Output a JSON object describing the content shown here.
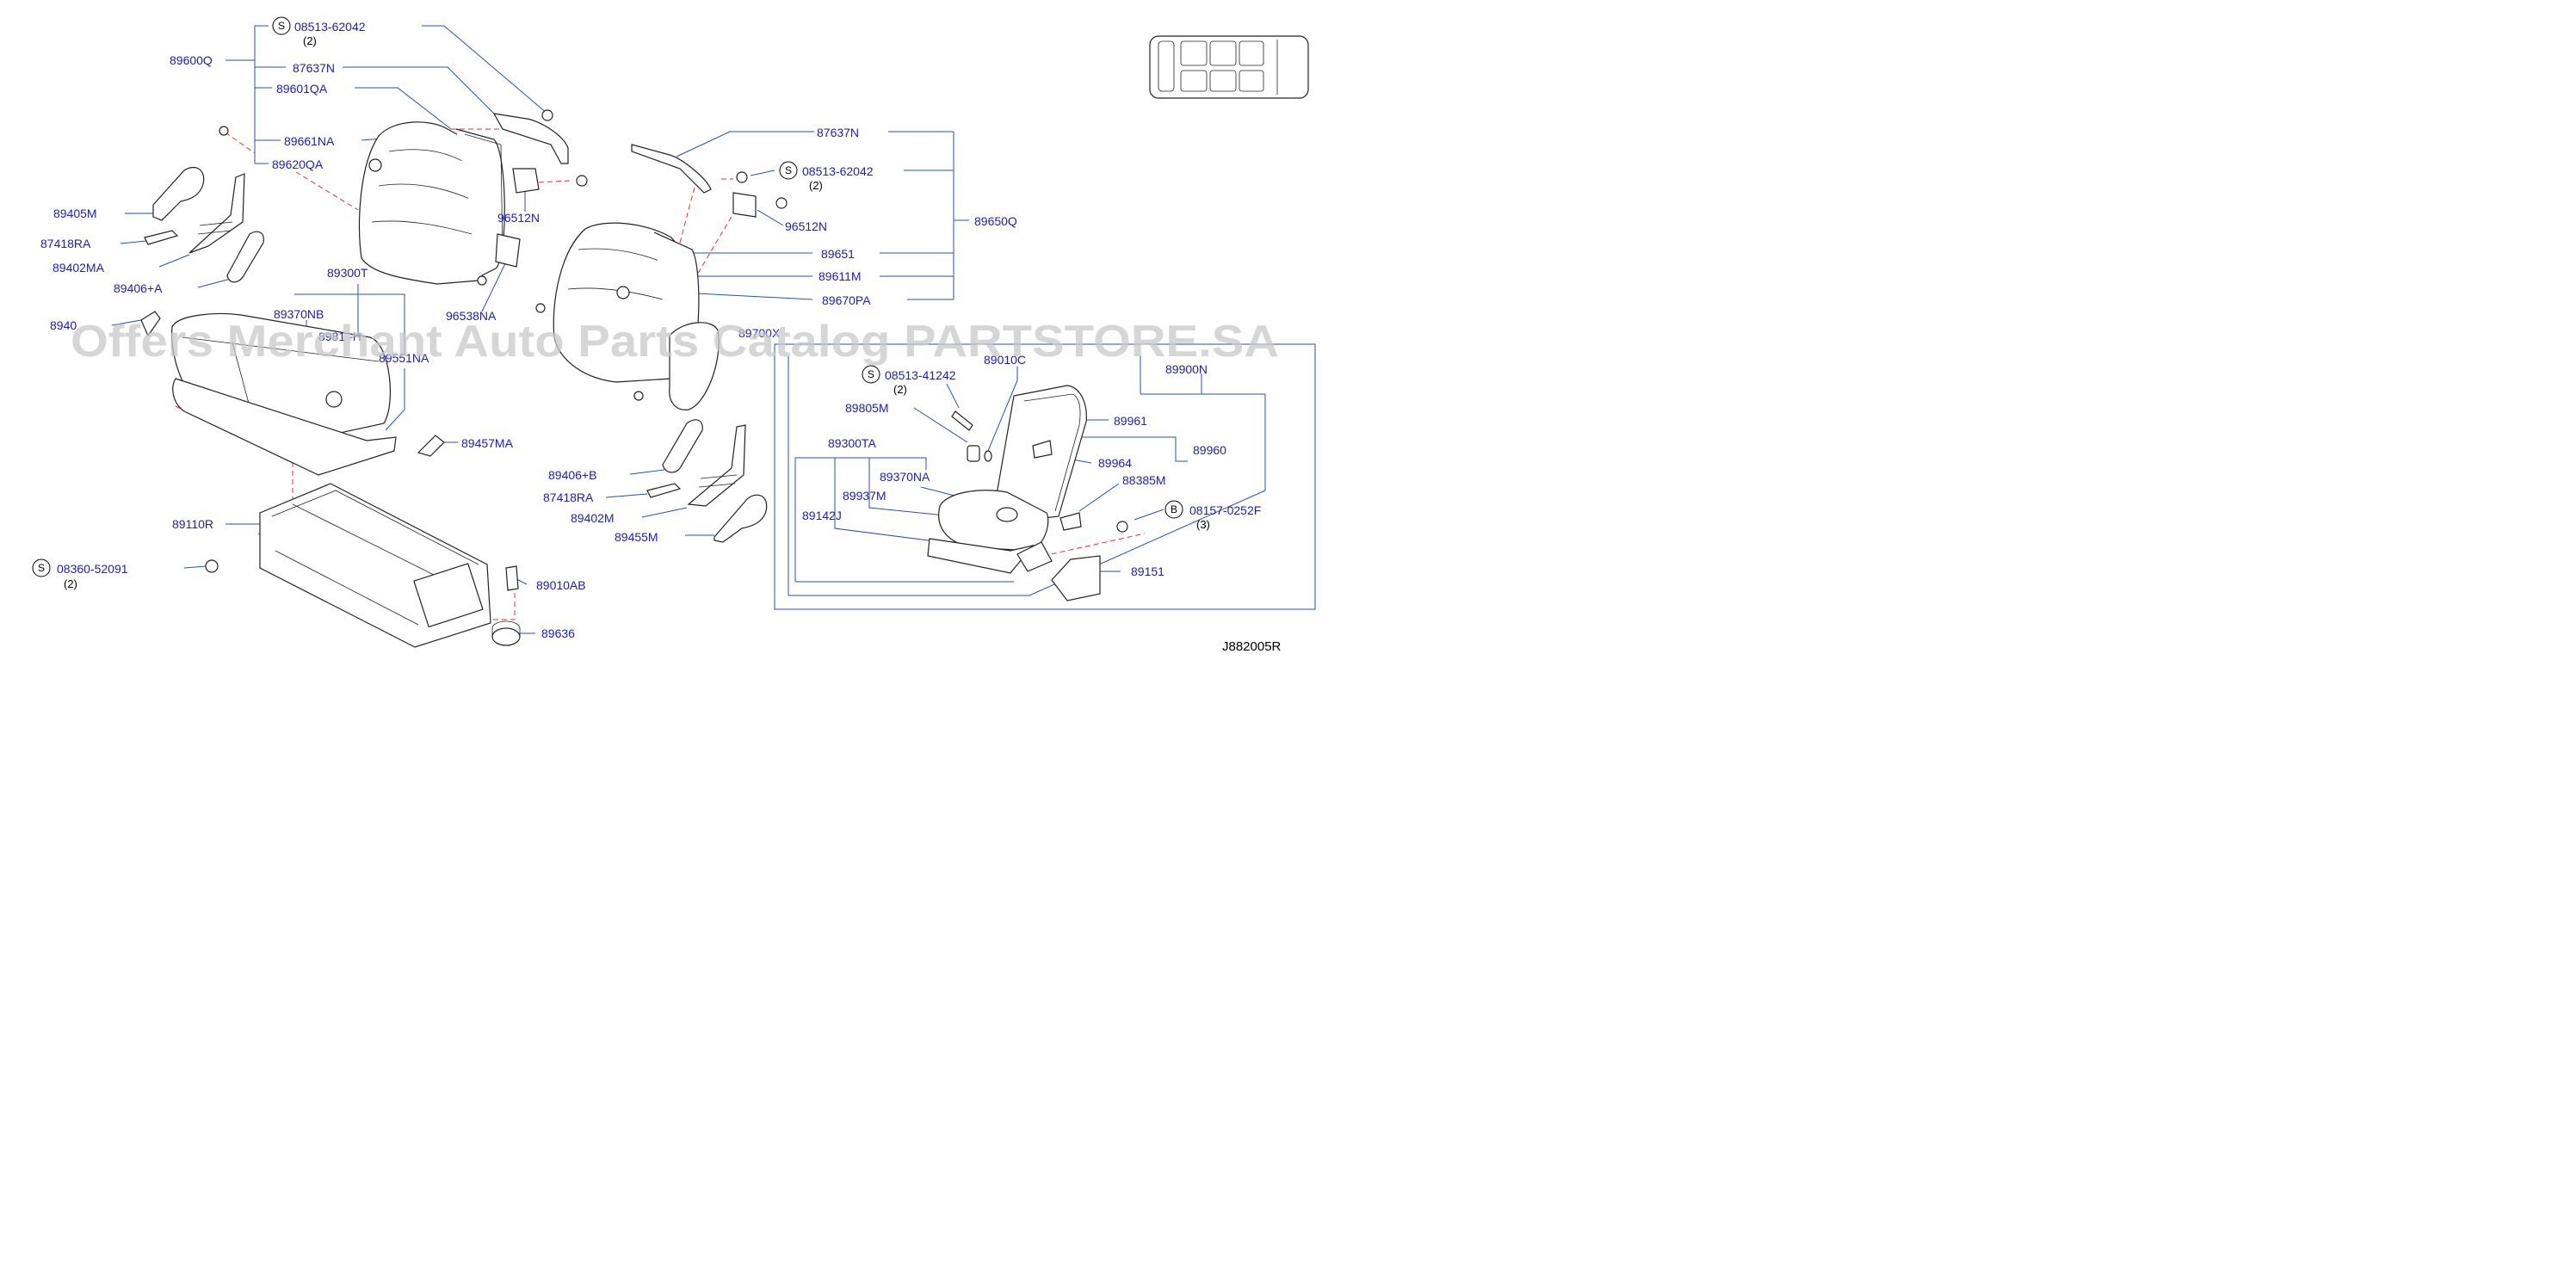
{
  "diagram": {
    "watermark": "Offers Merchant Auto Parts Catalog PARTSTORE.SA",
    "diagram_code": "J882005R",
    "labels": {
      "p89600q": "89600Q",
      "p08513_62042_a": "08513-62042",
      "q2_a": "(2)",
      "p87637n_a": "87637N",
      "p89601qa": "89601QA",
      "p89661na": "89661NA",
      "p89620qa": "89620QA",
      "p89405m": "89405M",
      "p87418ra_a": "87418RA",
      "p89402ma": "89402MA",
      "p89406a": "89406+A",
      "p96512n_a": "96512N",
      "p96538na": "96538NA",
      "p89300t": "89300T",
      "p89370nb": "89370NB",
      "p8981_partial": "8981 -H",
      "p89551na": "89551NA",
      "p8940_partial": "8940",
      "p89457ma": "89457MA",
      "p89110r": "89110R",
      "p08360_52091": "08360-52091",
      "q2_b": "(2)",
      "p89010ab": "89010AB",
      "p89636": "89636",
      "p87637n_b": "87637N",
      "p08513_62042_b": "08513-62042",
      "q2_c": "(2)",
      "p96512n_b": "96512N",
      "p89650q": "89650Q",
      "p89651": "89651",
      "p89611m": "89611M",
      "p89670pa": "89670PA",
      "p89700x_partial": "89700X",
      "p89406b": "89406+B",
      "p87418ra_b": "87418RA",
      "p89402m": "89402M",
      "p89455m": "89455M",
      "p08513_41242": "08513-41242",
      "q2_d": "(2)",
      "p89010c": "89010C",
      "p89900n": "89900N",
      "p89805m": "89805M",
      "p89961": "89961",
      "p89960": "89960",
      "p89964": "89964",
      "p89300ta": "89300TA",
      "p89370na": "89370NA",
      "p89937m": "89937M",
      "p88385m": "88385M",
      "p89142j": "89142J",
      "p08157_0252f": "08157-0252F",
      "q3": "(3)",
      "p89151": "89151"
    },
    "symbols": {
      "s_screw_1": "S",
      "s_screw_2": "S",
      "s_screw_3": "S",
      "s_screw_4": "S",
      "b_bolt": "B"
    },
    "colors": {
      "label": "#1a1ad0",
      "leader": "#2a4fb0",
      "dashed": "#e23232",
      "outline": "#222222",
      "watermark": "#c8c8c8"
    }
  }
}
